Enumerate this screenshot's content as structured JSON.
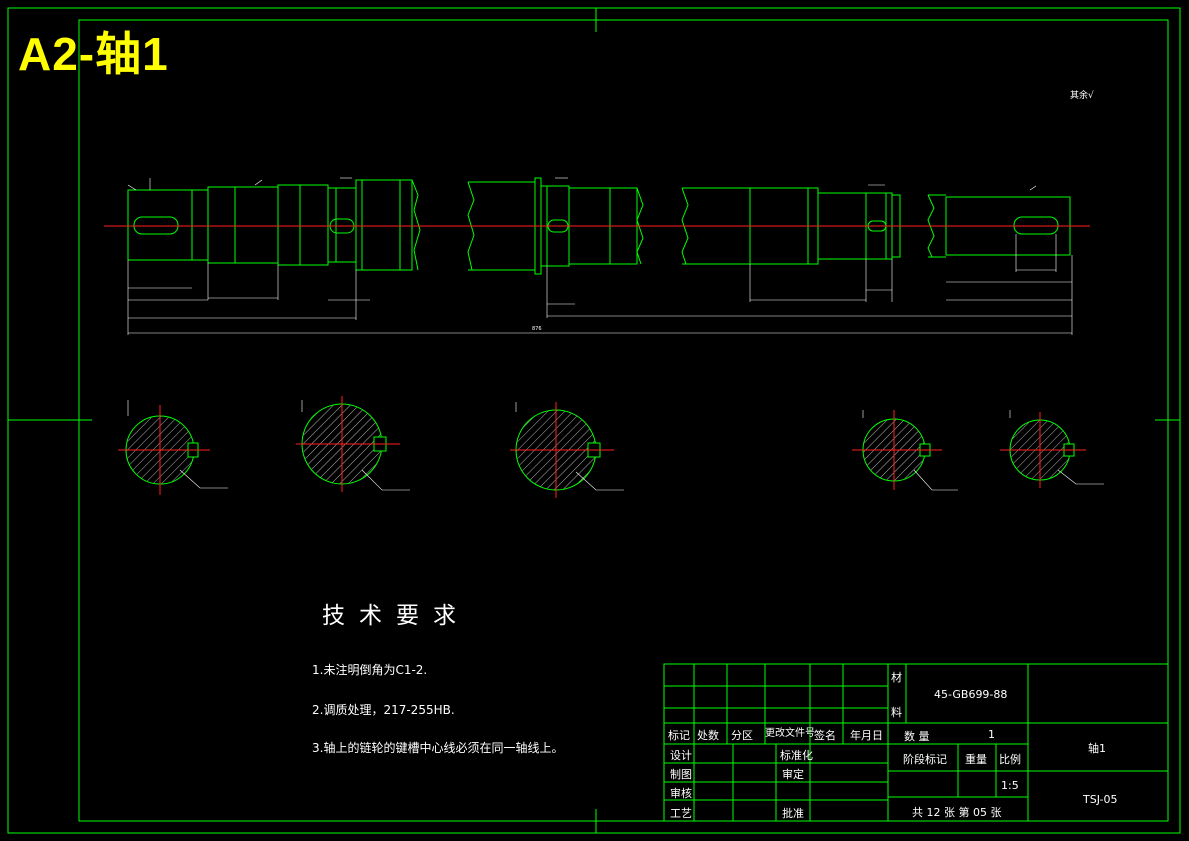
{
  "sheet": {
    "title": "A2-轴1",
    "roughness_note": "其余"
  },
  "technical_requirements": {
    "heading": "技术要求",
    "items": [
      "1.未注明倒角为C1-2.",
      "2.调质处理，217-255HB.",
      "3.轴上的链轮的键槽中心线必须在同一轴线上。"
    ]
  },
  "title_block": {
    "material_label_1": "材",
    "material_label_2": "料",
    "material_value": "45-GB699-88",
    "quantity_label": "数    量",
    "quantity_value": "1",
    "stage_label": "阶段标记",
    "weight_label": "重量",
    "scale_label": "比例",
    "scale_value": "1:5",
    "part_name": "轴1",
    "drawing_no": "TSJ-05",
    "sheet_count": "共 12 张 第 05 张",
    "revision_headers": [
      "标记",
      "处数",
      "分区",
      "更改文件号",
      "签名",
      "年月日"
    ],
    "roles": [
      "设计",
      "制图",
      "审核",
      "工艺"
    ],
    "role_right": [
      "标准化",
      "审定",
      "",
      "批准"
    ]
  },
  "dimensions": {
    "overall_length": "876"
  }
}
